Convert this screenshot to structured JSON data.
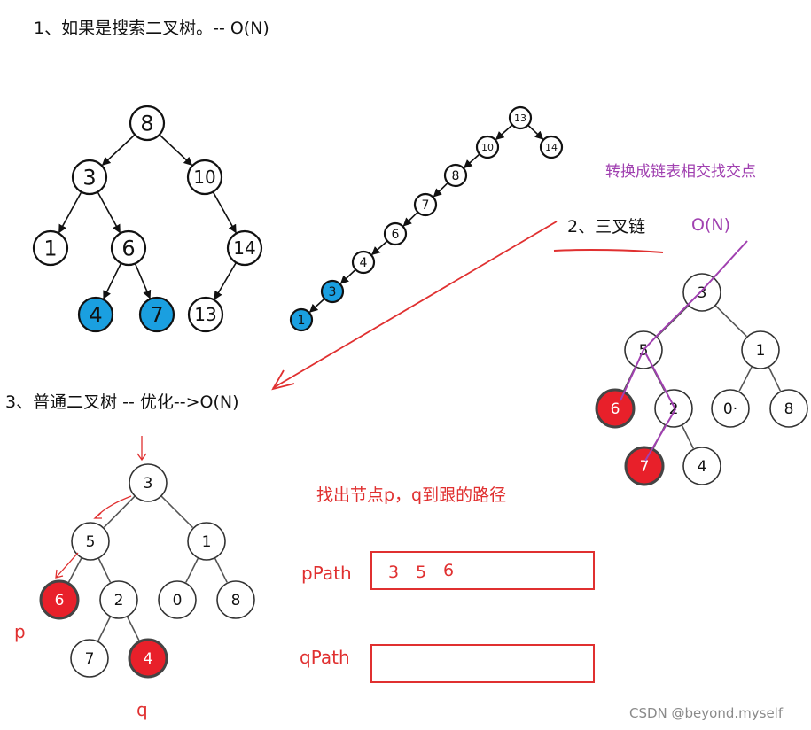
{
  "headings": {
    "h1": "1、如果是搜索二叉树。-- O(N)",
    "h2": "2、三叉链",
    "h3": "3、普通二叉树 -- 优化-->O(N)"
  },
  "notes": {
    "convert": "转换成链表相交找交点",
    "convert_complexity": "O(N)",
    "find_paths": "找出节点p，q到跟的路径",
    "p_label": "p",
    "q_label": "q",
    "ppath_label": "pPath",
    "qpath_label": "qPath",
    "ppath_values": [
      "3",
      "5",
      "6"
    ],
    "qpath_values": [],
    "watermark": "CSDN @beyond.myself"
  },
  "colors": {
    "blue_fill": "#1a9fe0",
    "red_fill": "#e8202a",
    "red_annot": "#e03030",
    "purple_annot": "#a040b0",
    "text_dark": "#111111"
  },
  "trees": {
    "bst": {
      "nodes": [
        {
          "id": "n8",
          "label": "8",
          "hl": ""
        },
        {
          "id": "n3",
          "label": "3",
          "hl": ""
        },
        {
          "id": "n10",
          "label": "10",
          "hl": ""
        },
        {
          "id": "n1",
          "label": "1",
          "hl": ""
        },
        {
          "id": "n6",
          "label": "6",
          "hl": ""
        },
        {
          "id": "n14",
          "label": "14",
          "hl": ""
        },
        {
          "id": "n4",
          "label": "4",
          "hl": "blue"
        },
        {
          "id": "n7",
          "label": "7",
          "hl": "blue"
        },
        {
          "id": "n13",
          "label": "13",
          "hl": ""
        }
      ],
      "edges": [
        [
          "n8",
          "n3"
        ],
        [
          "n8",
          "n10"
        ],
        [
          "n3",
          "n1"
        ],
        [
          "n3",
          "n6"
        ],
        [
          "n10",
          "n14"
        ],
        [
          "n6",
          "n4"
        ],
        [
          "n6",
          "n7"
        ],
        [
          "n14",
          "n13"
        ]
      ]
    },
    "chain": {
      "nodes": [
        {
          "id": "c13",
          "label": "13",
          "hl": ""
        },
        {
          "id": "c14",
          "label": "14",
          "hl": ""
        },
        {
          "id": "c10",
          "label": "10",
          "hl": ""
        },
        {
          "id": "c8",
          "label": "8",
          "hl": ""
        },
        {
          "id": "c7",
          "label": "7",
          "hl": ""
        },
        {
          "id": "c6",
          "label": "6",
          "hl": ""
        },
        {
          "id": "c4",
          "label": "4",
          "hl": ""
        },
        {
          "id": "c3",
          "label": "3",
          "hl": "blue"
        },
        {
          "id": "c1",
          "label": "1",
          "hl": "blue"
        }
      ],
      "edges": [
        [
          "c13",
          "c14"
        ],
        [
          "c13",
          "c10"
        ],
        [
          "c10",
          "c8"
        ],
        [
          "c8",
          "c7"
        ],
        [
          "c7",
          "c6"
        ],
        [
          "c6",
          "c4"
        ],
        [
          "c4",
          "c3"
        ],
        [
          "c3",
          "c1"
        ]
      ]
    },
    "tri": {
      "nodes": [
        {
          "id": "t3",
          "label": "3",
          "hl": ""
        },
        {
          "id": "t5",
          "label": "5",
          "hl": ""
        },
        {
          "id": "t1",
          "label": "1",
          "hl": ""
        },
        {
          "id": "t6",
          "label": "6",
          "hl": "red"
        },
        {
          "id": "t2",
          "label": "2",
          "hl": ""
        },
        {
          "id": "t0",
          "label": "0·",
          "hl": ""
        },
        {
          "id": "t8",
          "label": "8",
          "hl": ""
        },
        {
          "id": "t7",
          "label": "7",
          "hl": "red"
        },
        {
          "id": "t4",
          "label": "4",
          "hl": ""
        }
      ],
      "edges": [
        [
          "t3",
          "t5"
        ],
        [
          "t3",
          "t1"
        ],
        [
          "t5",
          "t6"
        ],
        [
          "t5",
          "t2"
        ],
        [
          "t1",
          "t0"
        ],
        [
          "t1",
          "t8"
        ],
        [
          "t2",
          "t7"
        ],
        [
          "t2",
          "t4"
        ]
      ]
    },
    "general": {
      "nodes": [
        {
          "id": "g3",
          "label": "3",
          "hl": ""
        },
        {
          "id": "g5",
          "label": "5",
          "hl": ""
        },
        {
          "id": "g1",
          "label": "1",
          "hl": ""
        },
        {
          "id": "g6",
          "label": "6",
          "hl": "red"
        },
        {
          "id": "g2",
          "label": "2",
          "hl": ""
        },
        {
          "id": "g0",
          "label": "0",
          "hl": ""
        },
        {
          "id": "g8",
          "label": "8",
          "hl": ""
        },
        {
          "id": "g7",
          "label": "7",
          "hl": ""
        },
        {
          "id": "g4",
          "label": "4",
          "hl": "red"
        }
      ],
      "edges": [
        [
          "g3",
          "g5"
        ],
        [
          "g3",
          "g1"
        ],
        [
          "g5",
          "g6"
        ],
        [
          "g5",
          "g2"
        ],
        [
          "g1",
          "g0"
        ],
        [
          "g1",
          "g8"
        ],
        [
          "g2",
          "g7"
        ],
        [
          "g2",
          "g4"
        ]
      ]
    }
  }
}
